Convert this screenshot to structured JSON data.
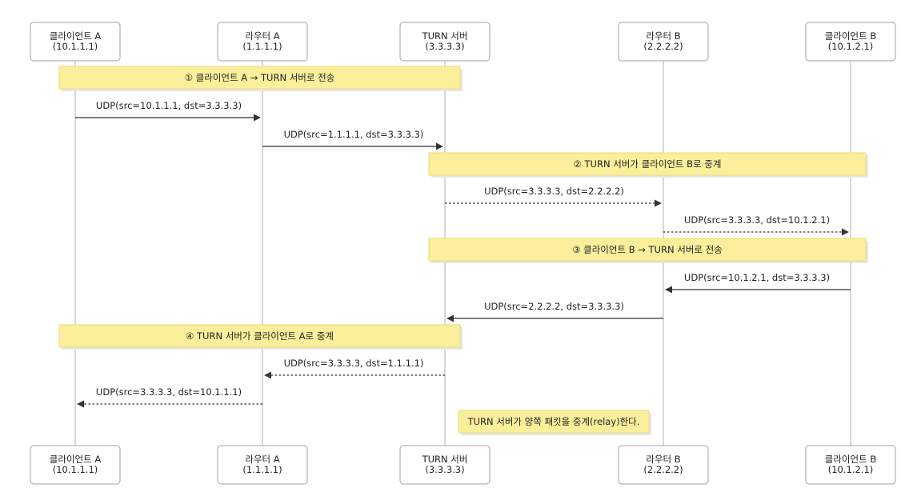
{
  "participants": [
    {
      "id": "client-a",
      "name": "클라이언트 A",
      "addr": "(10.1.1.1)"
    },
    {
      "id": "router-a",
      "name": "라우터 A",
      "addr": "(1.1.1.1)"
    },
    {
      "id": "turn-server",
      "name": "TURN 서버",
      "addr": "(3.3.3.3)"
    },
    {
      "id": "router-b",
      "name": "라우터 B",
      "addr": "(2.2.2.2)"
    },
    {
      "id": "client-b",
      "name": "클라이언트 B",
      "addr": "(10.1.2.1)"
    }
  ],
  "steps": [
    {
      "kind": "note",
      "span": [
        0,
        2
      ],
      "text": "① 클라이언트 A → TURN 서버로 전송"
    },
    {
      "kind": "message",
      "from": 0,
      "to": 1,
      "style": "solid",
      "label": "UDP(src=10.1.1.1, dst=3.3.3.3)"
    },
    {
      "kind": "message",
      "from": 1,
      "to": 2,
      "style": "solid",
      "label": "UDP(src=1.1.1.1, dst=3.3.3.3)"
    },
    {
      "kind": "note",
      "span": [
        2,
        4
      ],
      "text": "② TURN 서버가 클라이언트 B로 중계"
    },
    {
      "kind": "message",
      "from": 2,
      "to": 3,
      "style": "dashed",
      "label": "UDP(src=3.3.3.3, dst=2.2.2.2)"
    },
    {
      "kind": "message",
      "from": 3,
      "to": 4,
      "style": "dashed",
      "label": "UDP(src=3.3.3.3, dst=10.1.2.1)"
    },
    {
      "kind": "note",
      "span": [
        2,
        4
      ],
      "text": "③ 클라이언트 B → TURN 서버로 전송"
    },
    {
      "kind": "message",
      "from": 4,
      "to": 3,
      "style": "solid",
      "label": "UDP(src=10.1.2.1, dst=3.3.3.3)"
    },
    {
      "kind": "message",
      "from": 3,
      "to": 2,
      "style": "solid",
      "label": "UDP(src=2.2.2.2, dst=3.3.3.3)"
    },
    {
      "kind": "note",
      "span": [
        0,
        2
      ],
      "text": "④ TURN 서버가 클라이언트 A로 중계"
    },
    {
      "kind": "message",
      "from": 2,
      "to": 1,
      "style": "dashed",
      "label": "UDP(src=3.3.3.3, dst=1.1.1.1)"
    },
    {
      "kind": "message",
      "from": 1,
      "to": 0,
      "style": "dashed",
      "label": "UDP(src=3.3.3.3, dst=10.1.1.1)"
    },
    {
      "kind": "note",
      "span": [
        2,
        3
      ],
      "text": "TURN 서버가 양쪽 패킷을 중계(relay)한다."
    }
  ],
  "colors": {
    "note_fill": "#fbef9b",
    "note_border": "#ecd97a",
    "line": "#333333",
    "lifeline": "#b0b0b0",
    "box_border": "#a0a0a0"
  }
}
